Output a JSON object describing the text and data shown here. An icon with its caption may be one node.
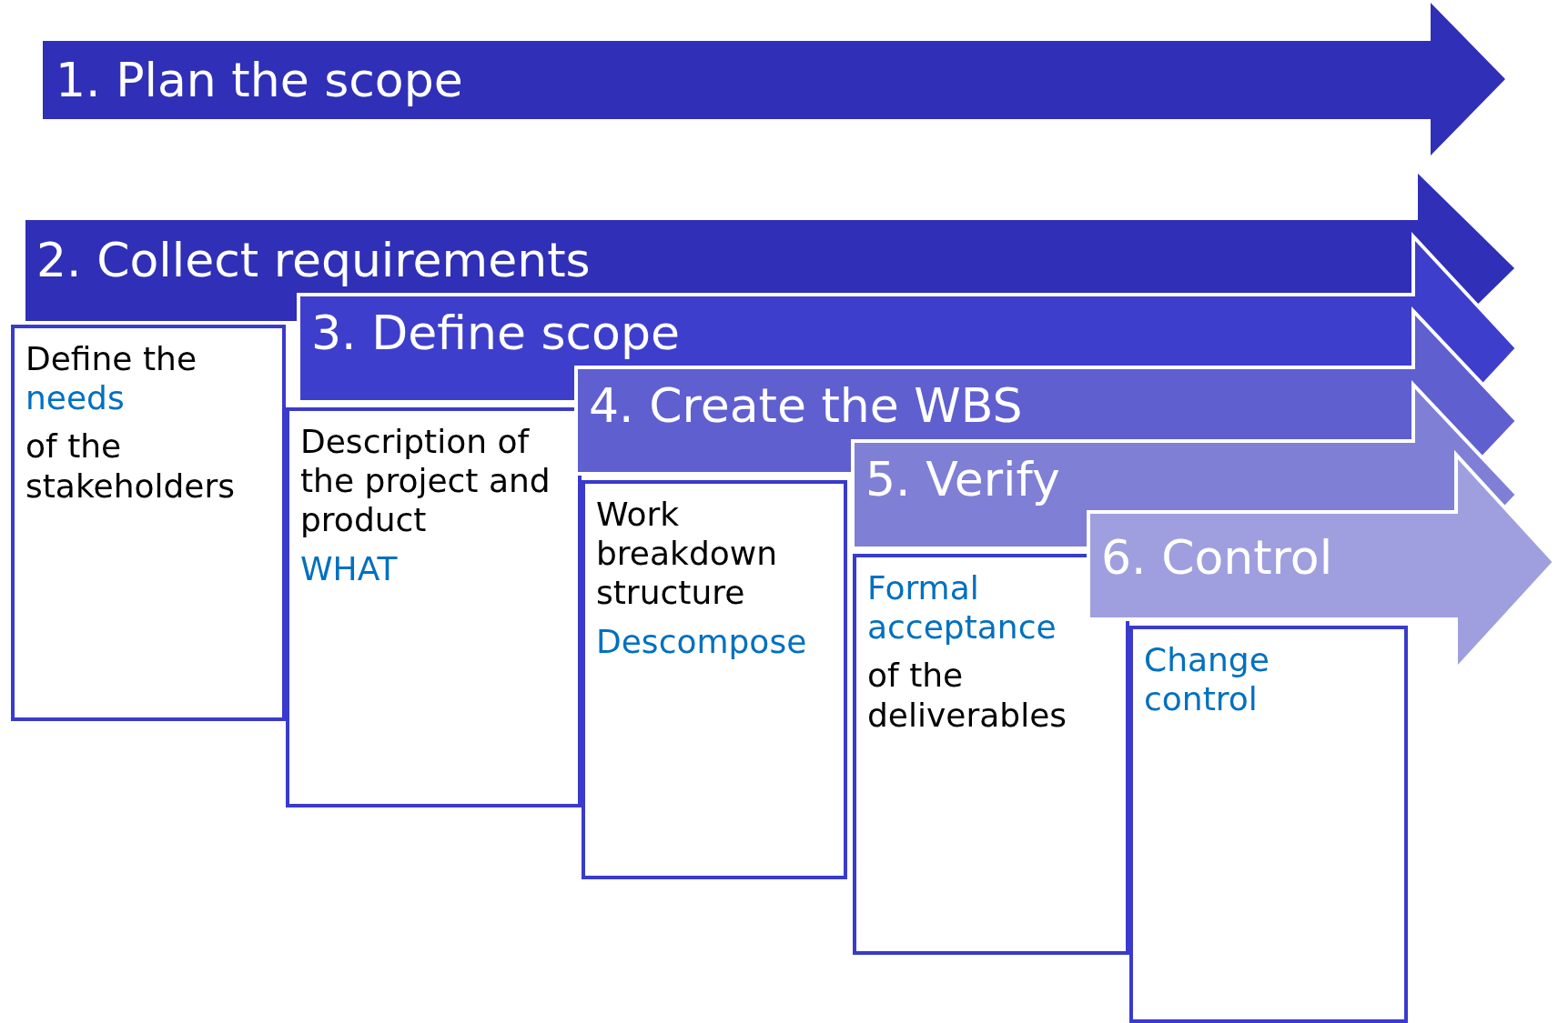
{
  "diagram": {
    "nodes": [
      {
        "text": [
          "1. Plan the scope"
        ]
      },
      {
        "text": [
          "2. Collect requirements"
        ]
      },
      {
        "text": [
          "Define the",
          "needs",
          "of the stakeholders"
        ]
      },
      {
        "text": [
          "3. Define scope"
        ]
      },
      {
        "text": [
          "Description of the project and product",
          "WHAT"
        ]
      },
      {
        "text": [
          "4. Create the WBS"
        ]
      },
      {
        "text": [
          "Work breakdown structure",
          "Descompose"
        ]
      },
      {
        "text": [
          "5. Verify"
        ]
      },
      {
        "text": [
          "Formal acceptance",
          "of the deliverables"
        ]
      },
      {
        "text": [
          "6. Control"
        ]
      },
      {
        "text": [
          "Change control"
        ]
      }
    ]
  }
}
